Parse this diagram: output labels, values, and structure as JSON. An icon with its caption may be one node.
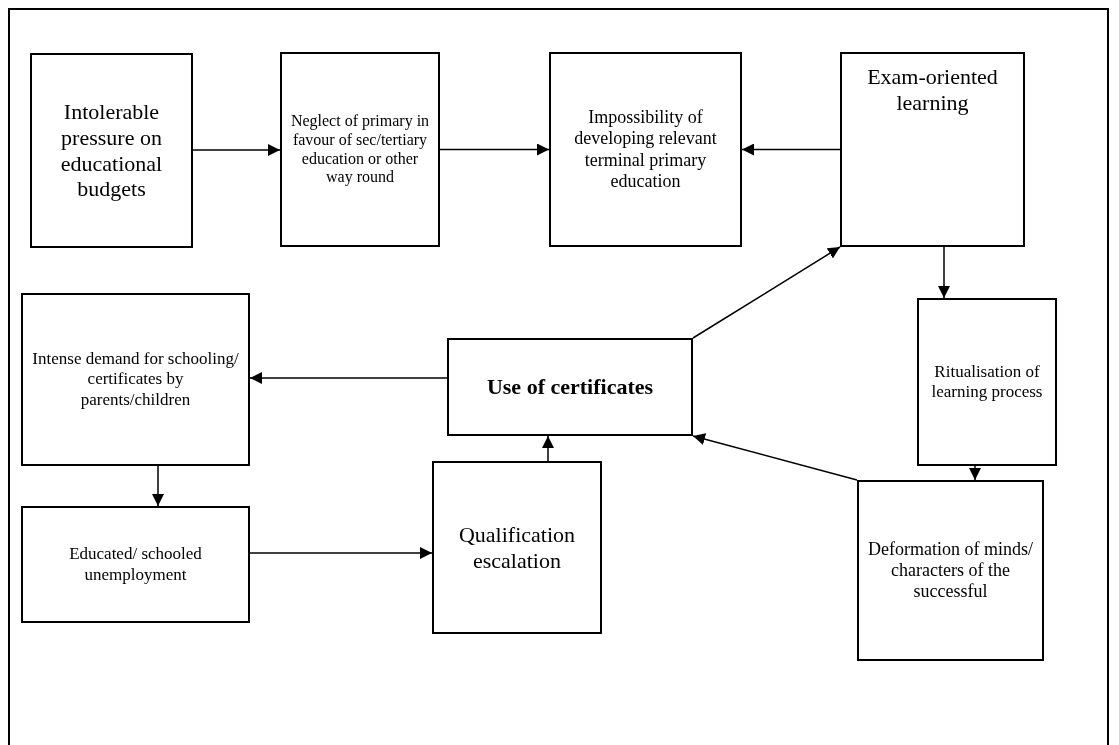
{
  "diagram": {
    "nodes": [
      {
        "text": [
          "Intolerable pressure on educational budgets"
        ]
      },
      {
        "text": [
          "Neglect of primary in favour of sec/tertiary education or other way round"
        ]
      },
      {
        "text": [
          "Impossibility of developing relevant terminal primary education"
        ]
      },
      {
        "text": [
          "Exam-oriented learning"
        ]
      },
      {
        "text": [
          "Intense demand for schooling/ certificates by parents/children"
        ]
      },
      {
        "text": [
          "Use of certificates"
        ]
      },
      {
        "text": [
          "Ritualisation of learning process"
        ]
      },
      {
        "text": [
          "Educated/ schooled unemployment"
        ]
      },
      {
        "text": [
          "Qualification escalation"
        ]
      },
      {
        "text": [
          "Deformation of minds/ characters of the successful"
        ]
      }
    ],
    "edges": [
      {
        "from": 0,
        "to": 1,
        "arrow": "to"
      },
      {
        "from": 1,
        "to": 2,
        "arrow": "to"
      },
      {
        "from": 3,
        "to": 2,
        "arrow": "to"
      },
      {
        "from": 5,
        "to": 3,
        "arrow": "to"
      },
      {
        "from": 3,
        "to": 6,
        "arrow": "to"
      },
      {
        "from": 5,
        "to": 4,
        "arrow": "to"
      },
      {
        "from": 4,
        "to": 7,
        "arrow": "to"
      },
      {
        "from": 7,
        "to": 8,
        "arrow": "to"
      },
      {
        "from": 8,
        "to": 5,
        "arrow": "to"
      },
      {
        "from": 6,
        "to": 9,
        "arrow": "to"
      },
      {
        "from": 9,
        "to": 5,
        "arrow": "to"
      }
    ]
  }
}
